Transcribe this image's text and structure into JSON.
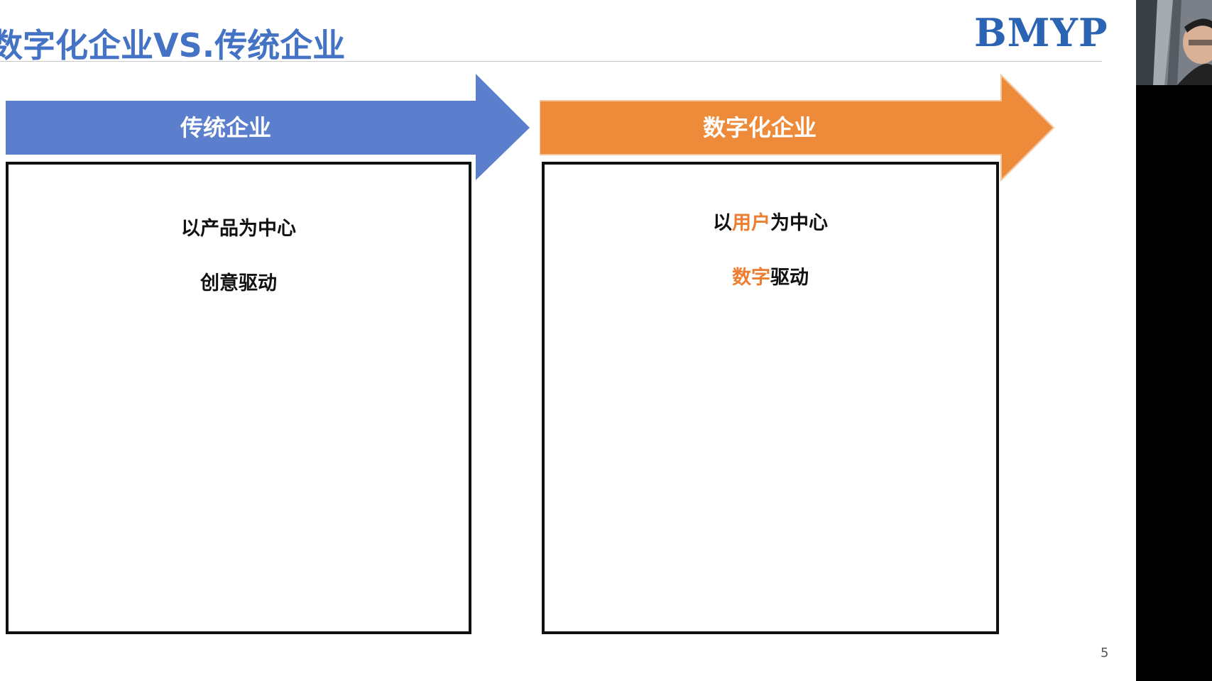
{
  "slide": {
    "title": "数字化企业VS.传统企业",
    "logo": "BMYP",
    "page_number": "5"
  },
  "left": {
    "arrow_label": "传统企业",
    "arrow_color": "#5b7fcc",
    "points": [
      "以产品为中心",
      "创意驱动"
    ]
  },
  "right": {
    "arrow_label": "数字化企业",
    "arrow_color": "#ed8b3a",
    "point1": {
      "pre": "以",
      "hl": "用户",
      "post": "为中心"
    },
    "point2": {
      "hl": "数字",
      "post": "驱动"
    }
  },
  "colors": {
    "title": "#4472c4",
    "logo": "#2a64b2",
    "highlight": "#ed7d31"
  }
}
